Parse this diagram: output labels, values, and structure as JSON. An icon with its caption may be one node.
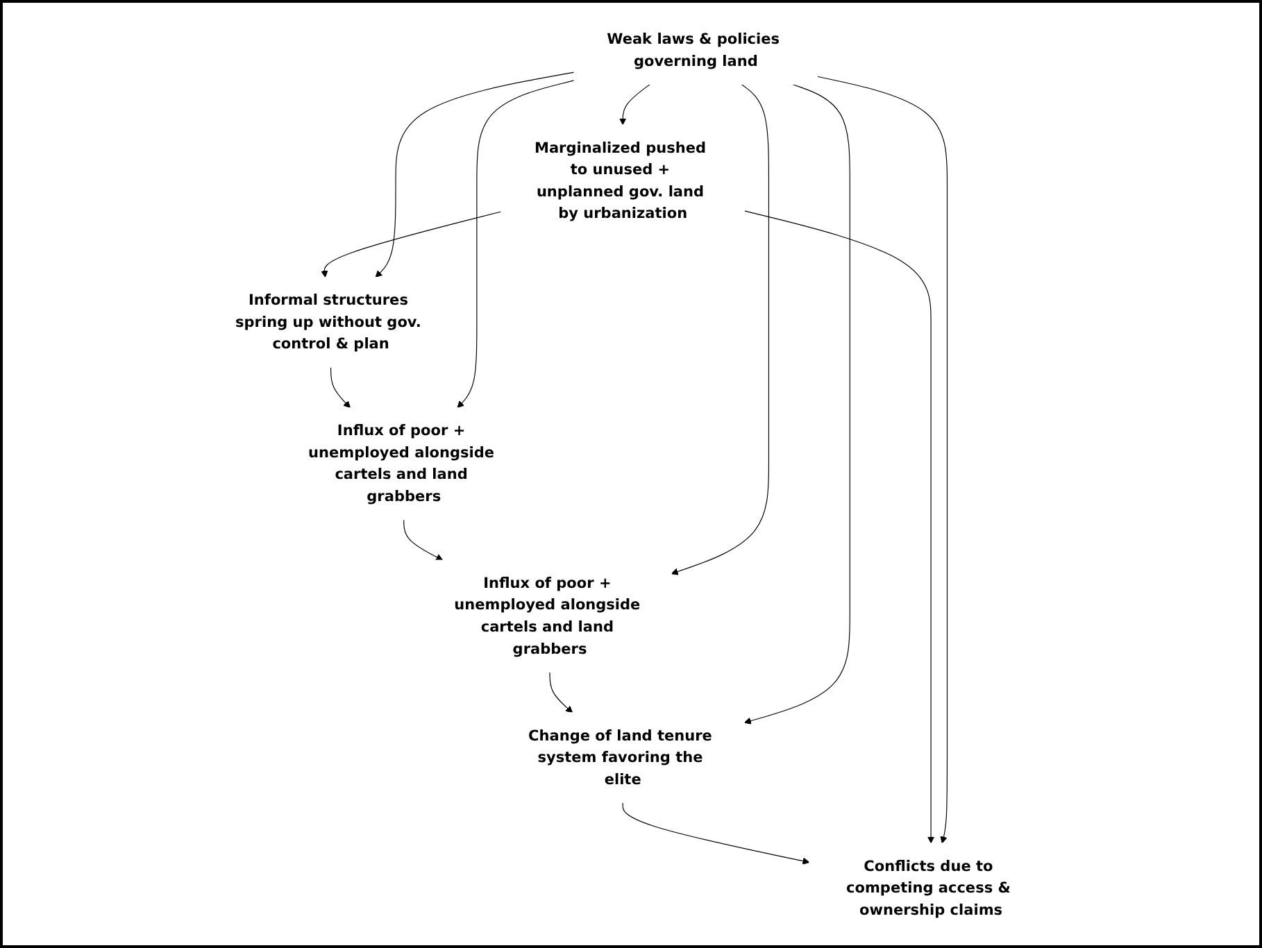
{
  "diagram": {
    "nodes": [
      {
        "text": [
          "Marginalized pushed to unused + unplanned gov. land by urbanization"
        ]
      },
      {
        "text": [
          "Informal structures spring up without gov. control & plan"
        ]
      },
      {
        "text": [
          "Conflicts due to competing access & ownership claims"
        ]
      },
      {
        "text": [
          "Weak laws & policies governing land"
        ]
      },
      {
        "text": [
          "Influx of poor + unemployed alongside cartels and land grabbers"
        ]
      },
      {
        "text": [
          "Change of land tenure system favoring the elite"
        ]
      },
      {
        "text": [
          "Influx of poor + unemployed alongside cartels and land grabbers"
        ]
      }
    ],
    "edges": [
      {
        "from": 0,
        "to": 1,
        "arrow": "to"
      },
      {
        "from": 1,
        "to": 4,
        "arrow": "to"
      },
      {
        "from": 4,
        "to": 6,
        "arrow": "to"
      },
      {
        "from": 6,
        "to": 5,
        "arrow": "to"
      },
      {
        "from": 5,
        "to": 2,
        "arrow": "to"
      },
      {
        "from": 0,
        "to": 2,
        "arrow": "to"
      },
      {
        "from": 3,
        "to": 0,
        "arrow": "to"
      },
      {
        "from": 3,
        "to": 1,
        "arrow": "to"
      },
      {
        "from": 3,
        "to": 2,
        "arrow": "to"
      },
      {
        "from": 3,
        "to": 4,
        "arrow": "to"
      },
      {
        "from": 3,
        "to": 6,
        "arrow": "to"
      },
      {
        "from": 3,
        "to": 5,
        "arrow": "to"
      }
    ]
  }
}
